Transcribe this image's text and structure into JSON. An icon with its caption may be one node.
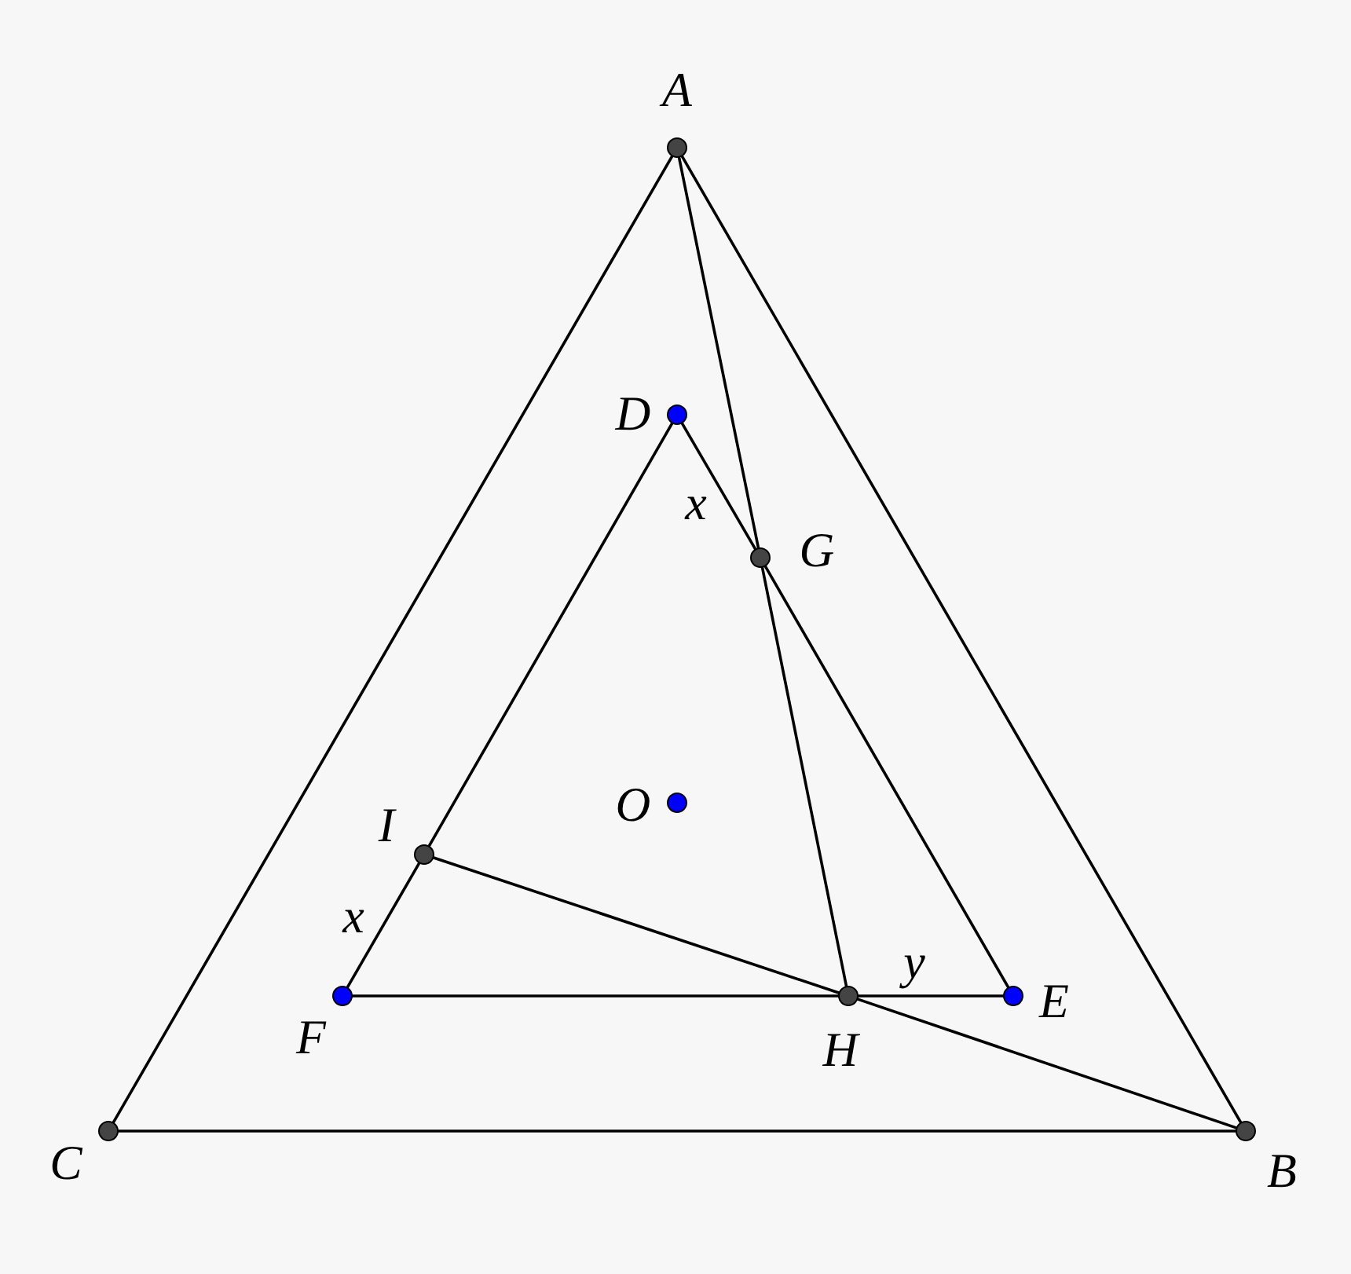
{
  "diagram": {
    "nodes": [
      {
        "text": [],
        "shape": "circle",
        "beside": [
          "A"
        ]
      },
      {
        "text": [],
        "shape": "circle",
        "beside": [
          "D"
        ]
      },
      {
        "text": [],
        "shape": "circle",
        "beside": [
          "G"
        ]
      },
      {
        "text": [],
        "shape": "circle",
        "beside": [
          "O"
        ]
      },
      {
        "text": [],
        "shape": "circle",
        "beside": [
          "I"
        ]
      },
      {
        "text": [],
        "shape": "circle",
        "beside": [
          "F"
        ]
      },
      {
        "text": [],
        "shape": "circle",
        "beside": [
          "H"
        ]
      },
      {
        "text": [],
        "shape": "circle",
        "beside": [
          "E"
        ]
      },
      {
        "text": [],
        "shape": "circle",
        "beside": [
          "C"
        ]
      },
      {
        "text": [],
        "shape": "circle",
        "beside": [
          "B"
        ]
      }
    ],
    "edges": [
      {
        "from": 0,
        "to": 9,
        "arrow": "none"
      },
      {
        "from": 0,
        "to": 8,
        "arrow": "none"
      },
      {
        "from": 8,
        "to": 9,
        "arrow": "none"
      },
      {
        "from": 0,
        "to": 2,
        "arrow": "none"
      },
      {
        "from": 2,
        "to": 6,
        "arrow": "none"
      },
      {
        "from": 1,
        "to": 2,
        "arrow": "none",
        "label": "x"
      },
      {
        "from": 2,
        "to": 7,
        "arrow": "none"
      },
      {
        "from": 1,
        "to": 4,
        "arrow": "none"
      },
      {
        "from": 4,
        "to": 5,
        "arrow": "none",
        "label": "x"
      },
      {
        "from": 5,
        "to": 6,
        "arrow": "none"
      },
      {
        "from": 6,
        "to": 7,
        "arrow": "none",
        "label": "y"
      },
      {
        "from": 4,
        "to": 6,
        "arrow": "none"
      },
      {
        "from": 6,
        "to": 9,
        "arrow": "none"
      }
    ]
  }
}
